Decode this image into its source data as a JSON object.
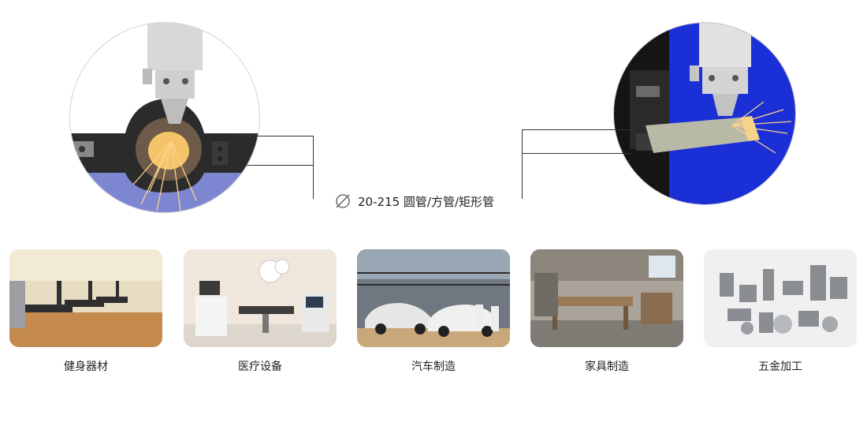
{
  "spec": {
    "text": "20-215 圆管/方管/矩形管",
    "icon": "diameter-icon"
  },
  "applications": [
    {
      "label": "健身器材",
      "image": "gym-treadmills-image"
    },
    {
      "label": "医疗设备",
      "image": "medical-equipment-image"
    },
    {
      "label": "汽车制造",
      "image": "car-assembly-image"
    },
    {
      "label": "家具制造",
      "image": "furniture-workshop-image"
    },
    {
      "label": "五金加工",
      "image": "hardware-parts-image"
    }
  ],
  "colors": {
    "connector": "#333333",
    "blue_background": "#1a2fd6",
    "spark": "#ffb347",
    "metal": "#c9c9c9"
  }
}
